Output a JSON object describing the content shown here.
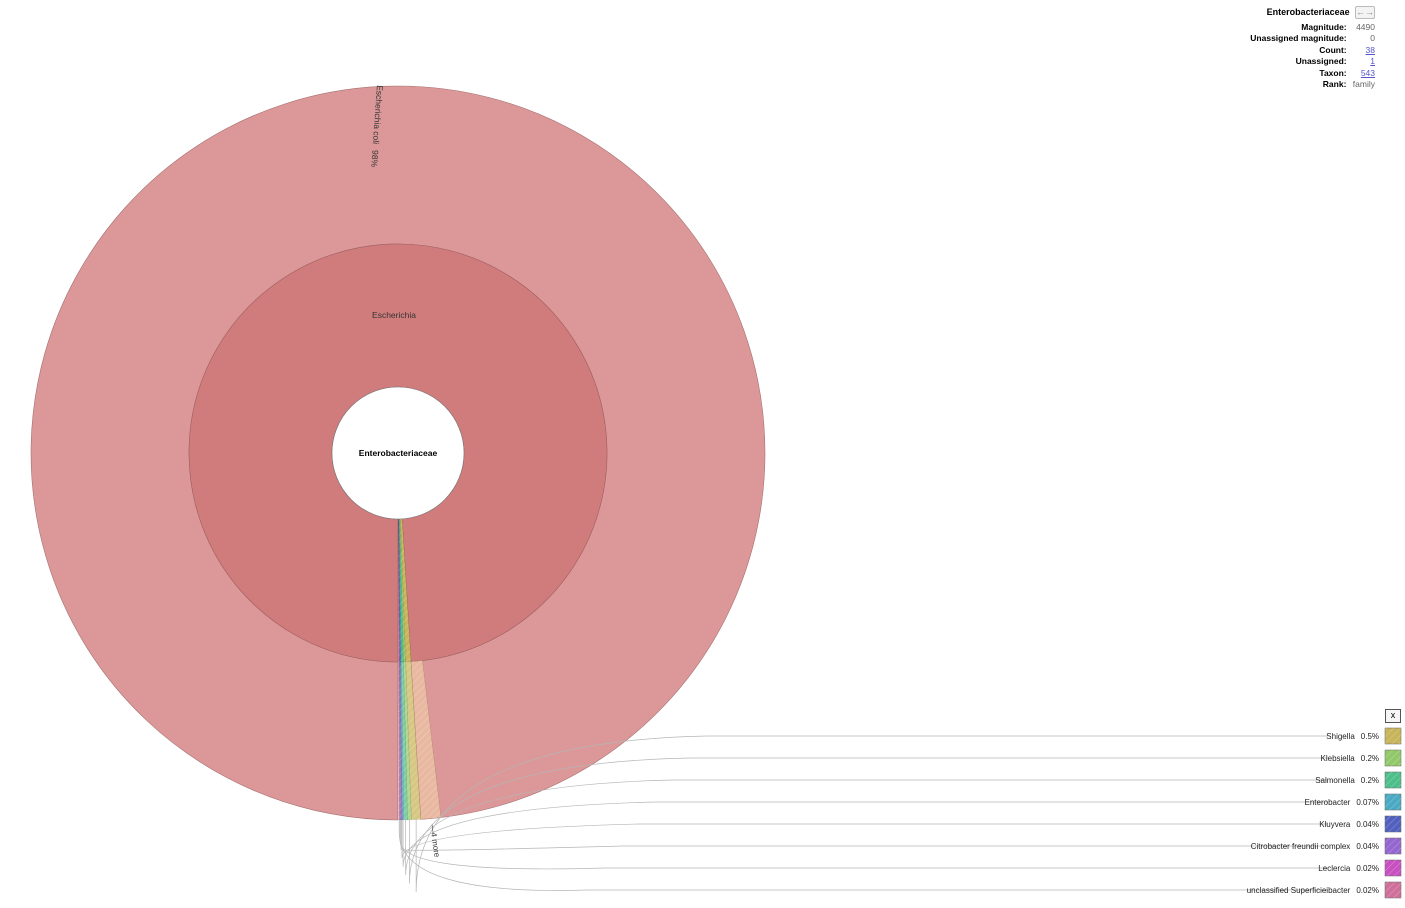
{
  "details": {
    "title": "Enterobacteriaceae",
    "expand_icon": "←→",
    "magnitude_label": "Magnitude:",
    "magnitude_value": "4490",
    "unassigned_magnitude_label": "Unassigned magnitude:",
    "unassigned_magnitude_value": "0",
    "count_label": "Count:",
    "count_value": "38",
    "unassigned_label": "Unassigned:",
    "unassigned_value": "1",
    "taxon_label": "Taxon:",
    "taxon_value": "543",
    "rank_label": "Rank:",
    "rank_value": "family"
  },
  "close_label": "x",
  "chart_data": {
    "type": "sunburst",
    "root": "Enterobacteriaceae",
    "inner_ring": [
      {
        "name": "Escherichia",
        "percent": 98,
        "color": "#d17c7c"
      }
    ],
    "outer_ring": [
      {
        "name": "Escherichia coli",
        "percent": 98,
        "label": "98%",
        "color": "#dc9898"
      }
    ],
    "more_label": "4 more",
    "small_slices": [
      {
        "name": "Shigella",
        "label": "0.5%",
        "value": 0.5,
        "color": "#c8b45a"
      },
      {
        "name": "Klebsiella",
        "label": "0.2%",
        "value": 0.2,
        "color": "#92c86a"
      },
      {
        "name": "Salmonella",
        "label": "0.2%",
        "value": 0.2,
        "color": "#4fbf8a"
      },
      {
        "name": "Enterobacter",
        "label": "0.07%",
        "value": 0.07,
        "color": "#4aaac4"
      },
      {
        "name": "Kluyvera",
        "label": "0.04%",
        "value": 0.04,
        "color": "#5260c0"
      },
      {
        "name": "Citrobacter freundii complex",
        "label": "0.04%",
        "value": 0.04,
        "color": "#9466d0"
      },
      {
        "name": "Leclercia",
        "label": "0.02%",
        "value": 0.02,
        "color": "#c850c0"
      },
      {
        "name": "unclassified Superficieibacter",
        "label": "0.02%",
        "value": 0.02,
        "color": "#d0709a"
      }
    ]
  }
}
